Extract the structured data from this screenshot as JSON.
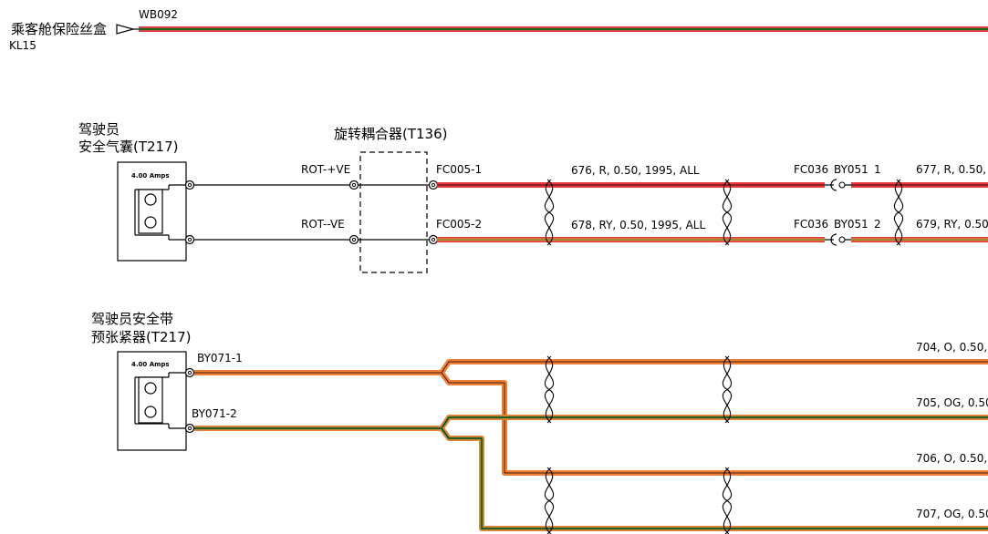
{
  "colors": {
    "red": "#e8383d",
    "yellow": "#f4e04a",
    "orange": "#f07f35",
    "green": "#3b9a3a",
    "wire_core": "#000000"
  },
  "top_wire": {
    "source_label": "乘客舱保险丝盒",
    "source_sub": "KL15",
    "wire_label": "WB092",
    "colors": [
      "red",
      "green"
    ]
  },
  "airbag": {
    "title_line1": "驾驶员",
    "title_line2": "安全气囊(T217)",
    "amps": "4.00 Amps"
  },
  "coupler": {
    "title": "旋转耦合器(T136)",
    "pin1": "ROT-+VE",
    "pin2": "ROT--VE"
  },
  "airbag_circuits": [
    {
      "connector": "FC005-1",
      "wire1": "676, R, 0.50, 1995, ALL",
      "junction": "FC036",
      "junction_conn": "BY051",
      "junction_pin": "1",
      "wire2": "677, R, 0.50,",
      "colors": [
        "red"
      ]
    },
    {
      "connector": "FC005-2",
      "wire1": "678, RY, 0.50, 1995, ALL",
      "junction": "FC036",
      "junction_conn": "BY051",
      "junction_pin": "2",
      "wire2": "679, RY, 0.50",
      "colors": [
        "red",
        "yellow"
      ]
    }
  ],
  "pretensioner": {
    "title_line1": "驾驶员安全带",
    "title_line2": "预张紧器(T217)",
    "amps": "4.00 Amps",
    "pin1": "BY071-1",
    "pin2": "BY071-2"
  },
  "pretensioner_wires": [
    {
      "label": "704, O, 0.50,",
      "colors": [
        "orange"
      ]
    },
    {
      "label": "705, OG, 0.50",
      "colors": [
        "orange",
        "green"
      ]
    },
    {
      "label": "706, O, 0.50,",
      "colors": [
        "orange"
      ]
    },
    {
      "label": "707, OG, 0.50",
      "colors": [
        "orange",
        "green"
      ]
    }
  ]
}
